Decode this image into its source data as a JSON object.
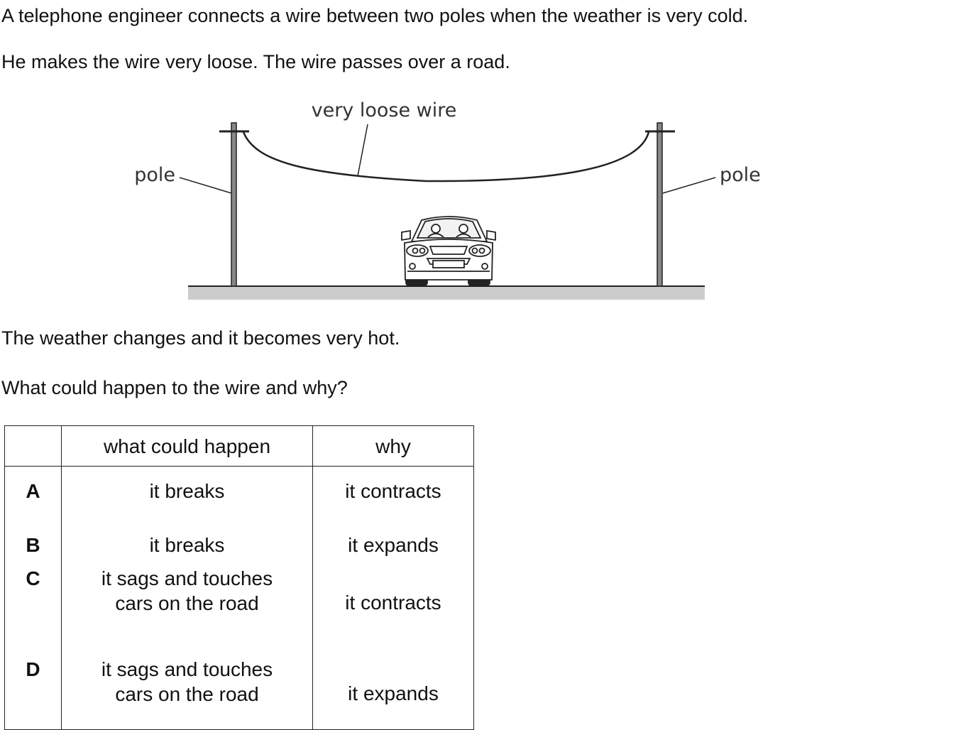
{
  "intro": {
    "line1": "A telephone engineer connects a wire between two poles when the weather is very cold.",
    "line2": "He makes the wire very loose. The wire passes over a road."
  },
  "diagram": {
    "label_wire": "very loose wire",
    "label_pole_left": "pole",
    "label_pole_right": "pole"
  },
  "question": {
    "line1": "The weather changes and it becomes very hot.",
    "line2": "What could happen to the wire and why?"
  },
  "options_table": {
    "headers": {
      "letter": "",
      "what": "what could happen",
      "why": "why"
    },
    "rows": [
      {
        "letter": "A",
        "what": [
          "it breaks"
        ],
        "why": "it contracts"
      },
      {
        "letter": "B",
        "what": [
          "it breaks"
        ],
        "why": "it expands"
      },
      {
        "letter": "C",
        "what": [
          "it sags and touches",
          "cars on the road"
        ],
        "why": "it contracts"
      },
      {
        "letter": "D",
        "what": [
          "it sags and touches",
          "cars on the road"
        ],
        "why": "it expands"
      }
    ]
  }
}
